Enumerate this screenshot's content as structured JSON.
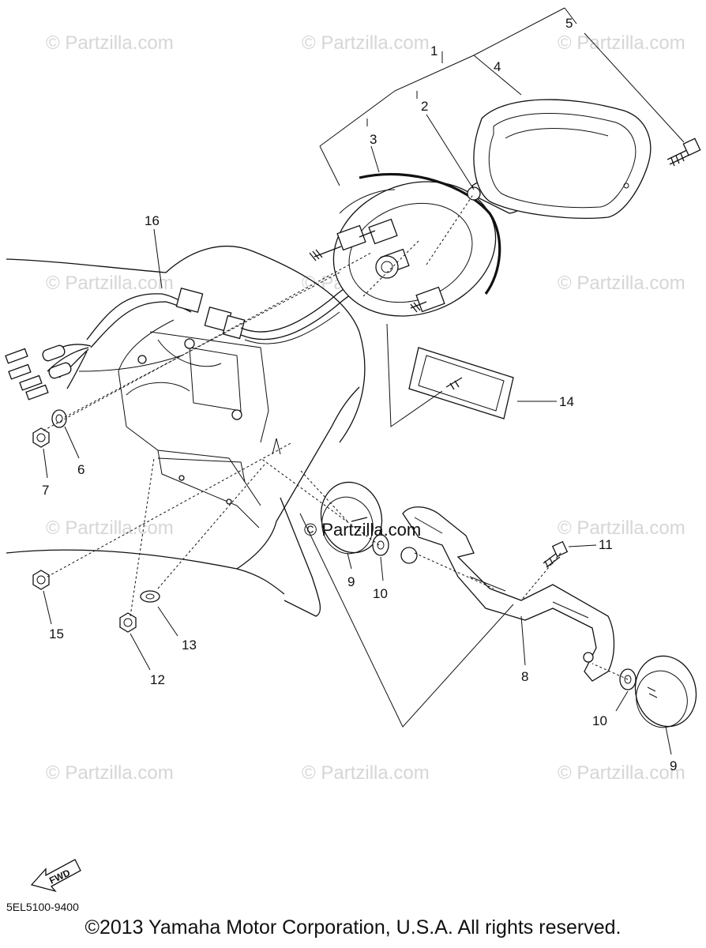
{
  "diagram": {
    "part_code": "5EL5100-9400",
    "copyright": "©2013 Yamaha Motor Corporation, U.S.A. All rights reserved.",
    "watermark": "© Partzilla.com",
    "fwd_label": "FWD",
    "callouts": {
      "c1": "1",
      "c2": "2",
      "c3": "3",
      "c4": "4",
      "c5": "5",
      "c6": "6",
      "c7": "7",
      "c8": "8",
      "c9a": "9",
      "c9b": "9",
      "c10a": "10",
      "c10b": "10",
      "c11": "11",
      "c12": "12",
      "c13": "13",
      "c14": "14",
      "c15": "15",
      "c16": "16"
    }
  }
}
